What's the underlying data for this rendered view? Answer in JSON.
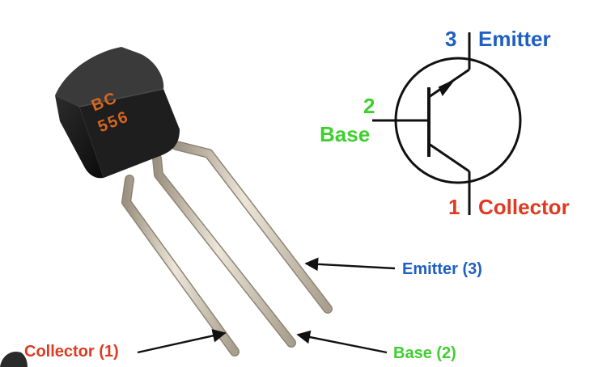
{
  "part_marking": {
    "line1": "BC",
    "line2": "556"
  },
  "symbol": {
    "emitter_number": "3",
    "emitter_label": "Emitter",
    "base_number": "2",
    "base_label": "Base",
    "collector_number": "1",
    "collector_label": "Collector"
  },
  "pins": {
    "emitter_label": "Emitter (3)",
    "base_label": "Base (2)",
    "collector_label": "Collector (1)"
  },
  "colors": {
    "emitter": "#1e5fc4",
    "base": "#3ecf2e",
    "collector": "#e03a20",
    "marking": "#d9661f",
    "body": "#161616",
    "lead": "#c9bfae"
  }
}
